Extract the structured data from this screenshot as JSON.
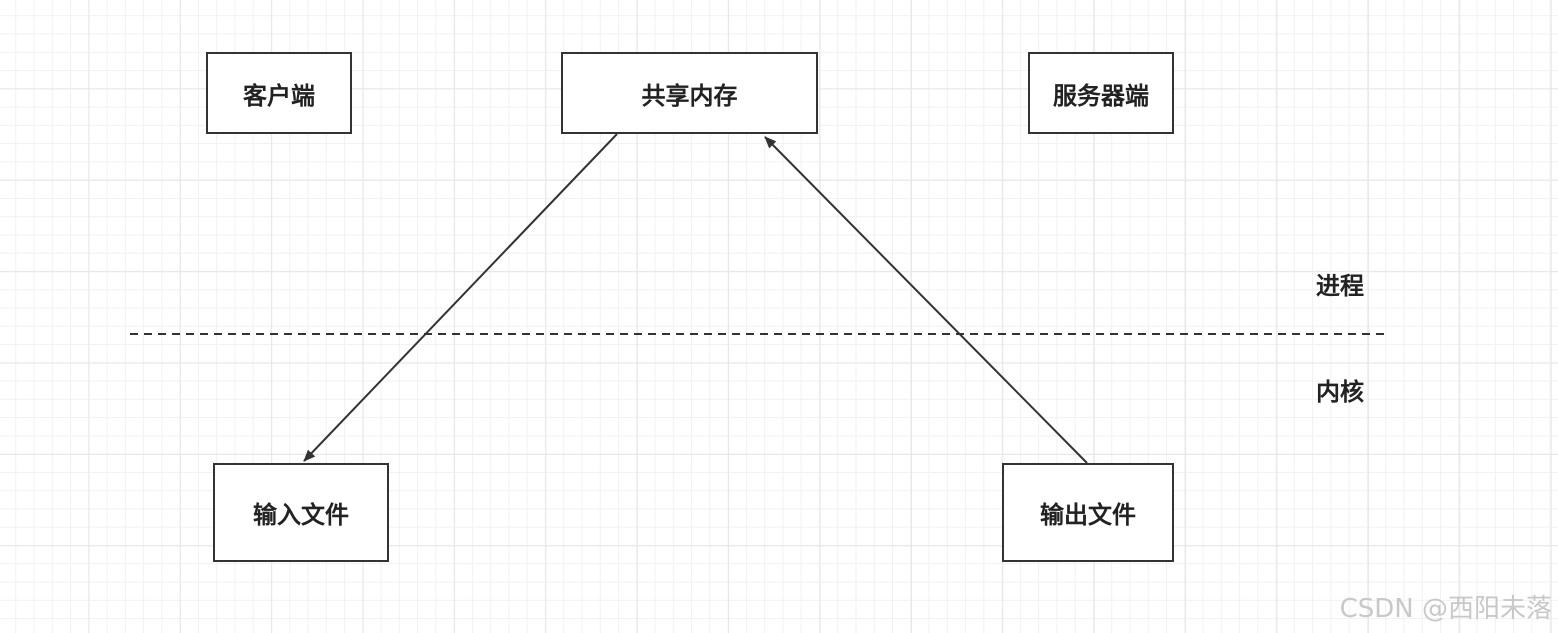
{
  "nodes": {
    "client": "客户端",
    "shared_memory": "共享内存",
    "server": "服务器端",
    "input_file": "输入文件",
    "output_file": "输出文件"
  },
  "regions": {
    "process": "进程",
    "kernel": "内核"
  },
  "watermark": "CSDN @西阳未落",
  "colors": {
    "stroke": "#333333",
    "grid": "#e6e6e6",
    "watermark": "#c8c8c8"
  }
}
